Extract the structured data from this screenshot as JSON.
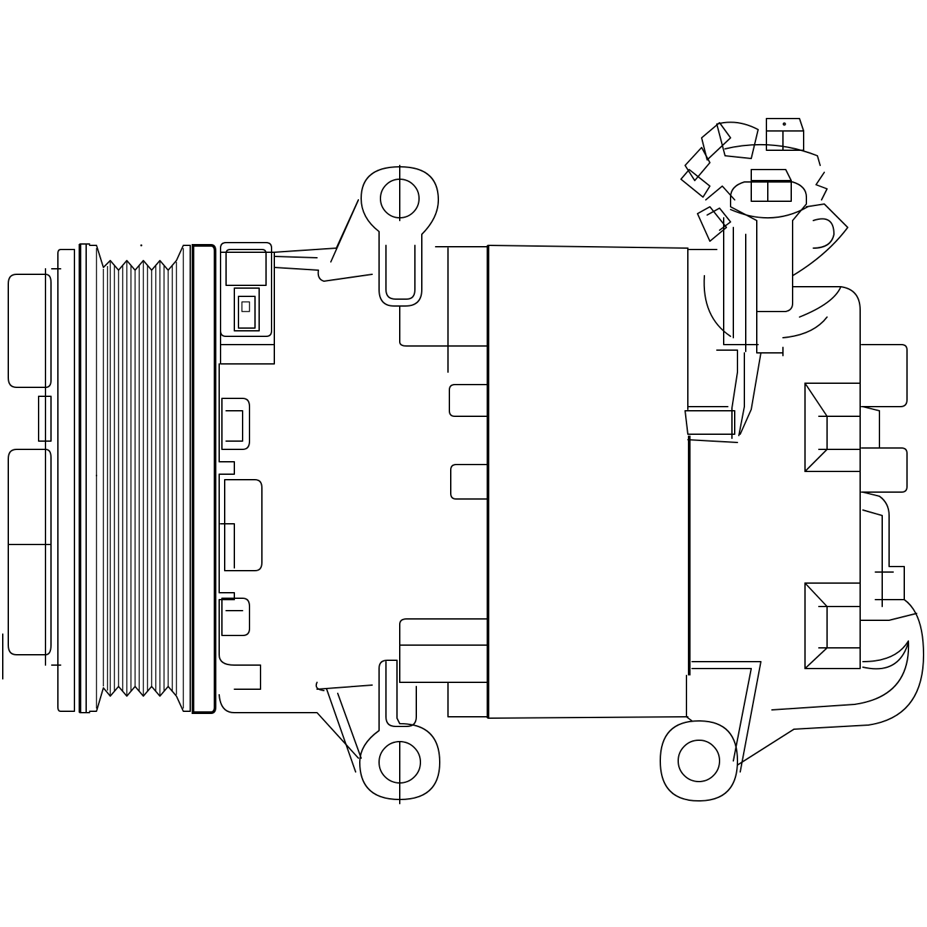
{
  "drawing": {
    "subject": "ac-compressor-line-drawing",
    "style": "black line art on white",
    "colors": {
      "line": "#000000",
      "background": "#ffffff"
    },
    "pulley_groove_count": 6,
    "mounting_ear_count": 3,
    "service_port_count": 2
  }
}
